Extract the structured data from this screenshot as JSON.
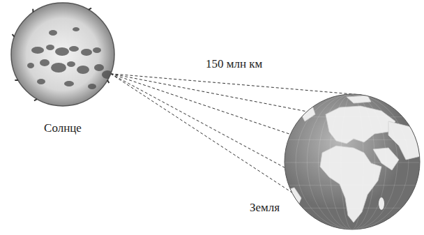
{
  "diagram": {
    "nodes": [
      {
        "text": [
          "Солнце"
        ]
      },
      {
        "text": [
          "Земля"
        ]
      }
    ],
    "edges": [
      {
        "from": 0,
        "to": 1,
        "arrow": "none",
        "label": "150 млн км"
      },
      {
        "from": 0,
        "to": 1,
        "arrow": "none"
      },
      {
        "from": 0,
        "to": 1,
        "arrow": "none"
      },
      {
        "from": 0,
        "to": 1,
        "arrow": "none"
      },
      {
        "from": 0,
        "to": 1,
        "arrow": "none"
      }
    ]
  }
}
